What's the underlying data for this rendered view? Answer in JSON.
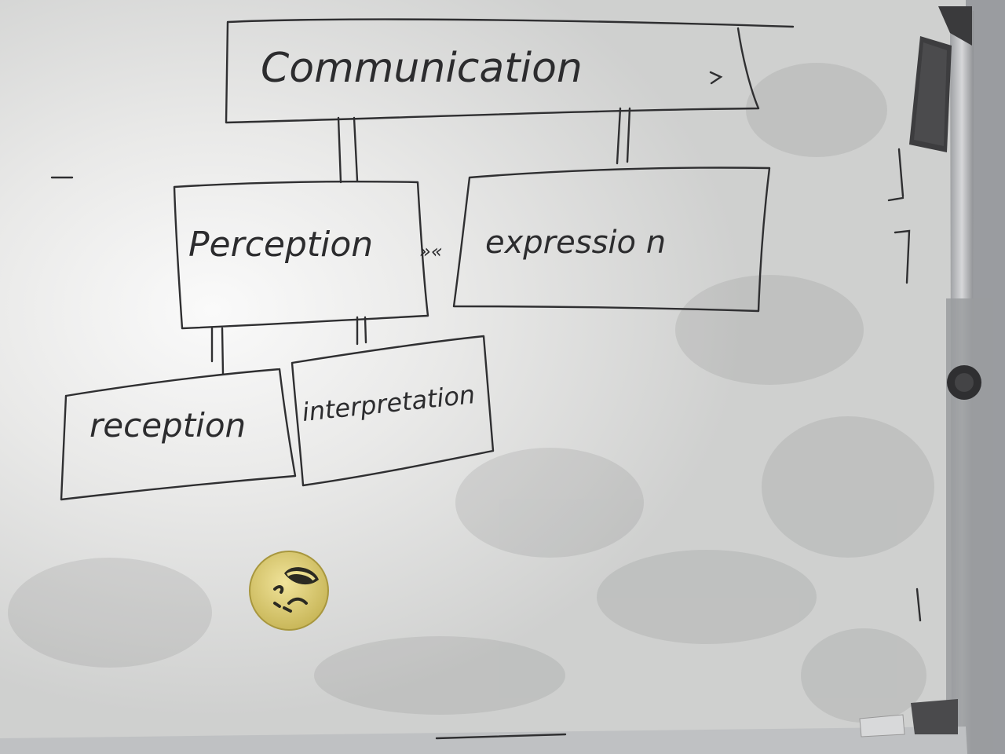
{
  "diagram": {
    "root": {
      "label": "Communication"
    },
    "level2": [
      {
        "label": "Perception"
      },
      {
        "label": "expressio n"
      }
    ],
    "between_label": "»«",
    "level3": [
      {
        "label": "reception"
      },
      {
        "label": "interpretation"
      }
    ]
  },
  "colors": {
    "marker": "#2f2f31",
    "board": "#e6e6e4",
    "frame": "#b9bbbe",
    "magnet": "#e2d27a"
  },
  "icons": {
    "magnet": "grinning-emoji-magnet-icon",
    "eraser": "eraser-holder-icon",
    "knob": "mount-knob-icon"
  }
}
